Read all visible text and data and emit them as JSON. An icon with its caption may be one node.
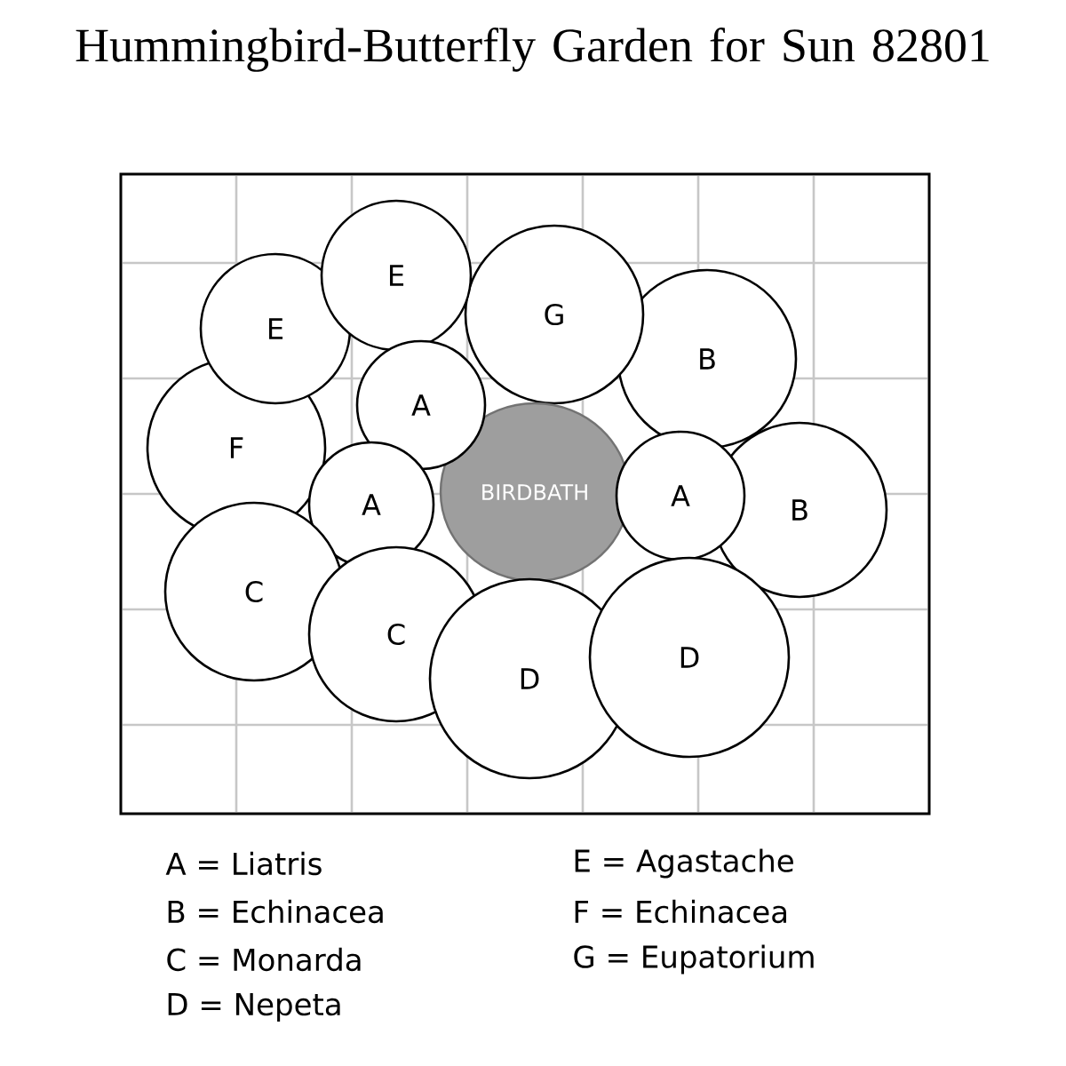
{
  "diagram": {
    "title": "Hummingbird-Butterfly Garden for Sun 82801",
    "nodes": [
      {
        "text": [
          "E"
        ]
      },
      {
        "text": [
          "G"
        ]
      },
      {
        "text": [
          "E"
        ]
      },
      {
        "text": [
          "B"
        ]
      },
      {
        "text": [
          "A"
        ]
      },
      {
        "text": [
          "F"
        ]
      },
      {
        "text": [
          "BIRDBATH"
        ]
      },
      {
        "text": [
          "A"
        ]
      },
      {
        "text": [
          "A"
        ]
      },
      {
        "text": [
          "B"
        ]
      },
      {
        "text": [
          "C"
        ]
      },
      {
        "text": [
          "C"
        ]
      },
      {
        "text": [
          "D"
        ]
      },
      {
        "text": [
          "D"
        ]
      }
    ],
    "labels": [
      "A = Liatris",
      "E = Agastache",
      "B = Echinacea",
      "F = Echinacea",
      "C = Monarda",
      "G = Eupatorium",
      "D = Nepeta"
    ]
  }
}
